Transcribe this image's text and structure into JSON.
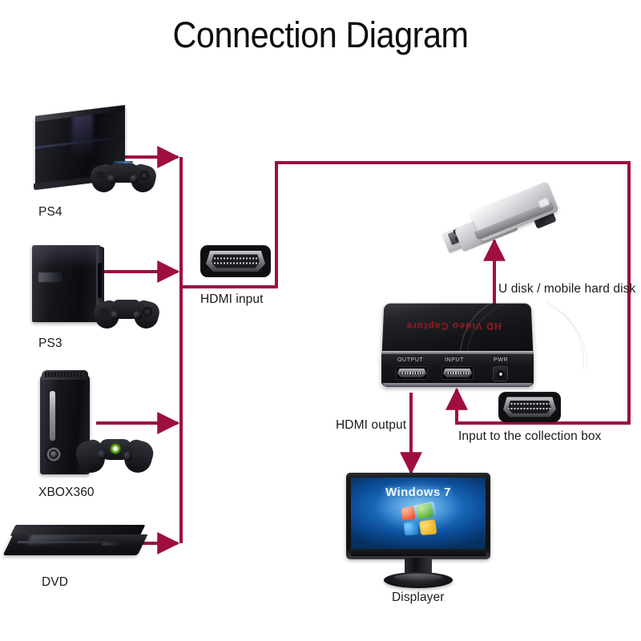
{
  "page": {
    "title": "Connection Diagram",
    "background_color": "#ffffff",
    "wire_color": "#9e0f3e",
    "text_color": "#1a1a1a"
  },
  "sources": [
    {
      "id": "ps4",
      "label": "PS4"
    },
    {
      "id": "ps3",
      "label": "PS3"
    },
    {
      "id": "xbox360",
      "label": "XBOX360"
    },
    {
      "id": "dvd",
      "label": "DVD"
    }
  ],
  "connectors": {
    "hdmi_input": {
      "label": "HDMI input"
    },
    "collection_box_input": {
      "label": "Input to the collection box"
    }
  },
  "capture_box": {
    "brand_text": "HD Video Capture",
    "ports": {
      "output": "OUTPUT",
      "input": "INPUT",
      "power": "PWR"
    }
  },
  "storage": {
    "label": "U disk / mobile hard disk"
  },
  "outputs": {
    "hdmi_output": {
      "label": "HDMI output"
    },
    "display": {
      "label": "Displayer",
      "screen_text": "Windows 7"
    }
  }
}
